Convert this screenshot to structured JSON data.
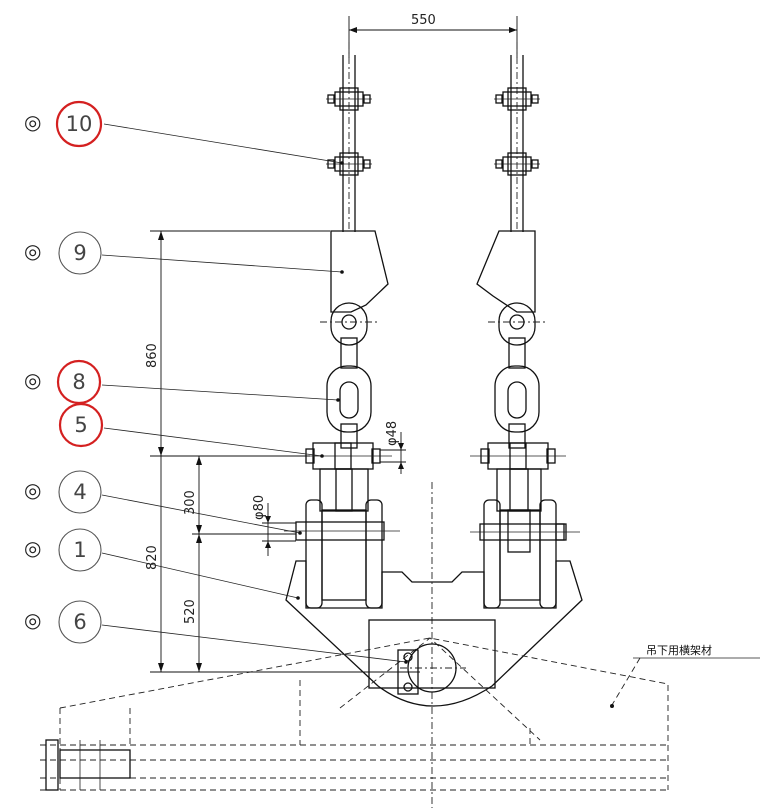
{
  "dimensions": {
    "top_span": "550",
    "link_height": "860",
    "lower_height": "820",
    "pin_offset": "300",
    "bracket_height": "520",
    "pin_dia_upper": "φ48",
    "pin_dia_lower": "φ80"
  },
  "callouts": [
    {
      "number": "10",
      "mark": "◎",
      "highlighted": true
    },
    {
      "number": "9",
      "mark": "◎",
      "highlighted": false
    },
    {
      "number": "8",
      "mark": "◎",
      "highlighted": true
    },
    {
      "number": "5",
      "mark": "",
      "highlighted": true
    },
    {
      "number": "4",
      "mark": "◎",
      "highlighted": false
    },
    {
      "number": "1",
      "mark": "◎",
      "highlighted": false
    },
    {
      "number": "6",
      "mark": "◎",
      "highlighted": false
    }
  ],
  "beam_label": "吊下用横架材",
  "colors": {
    "line": "#111111",
    "highlight": "#d42020",
    "circle": "#555555"
  }
}
